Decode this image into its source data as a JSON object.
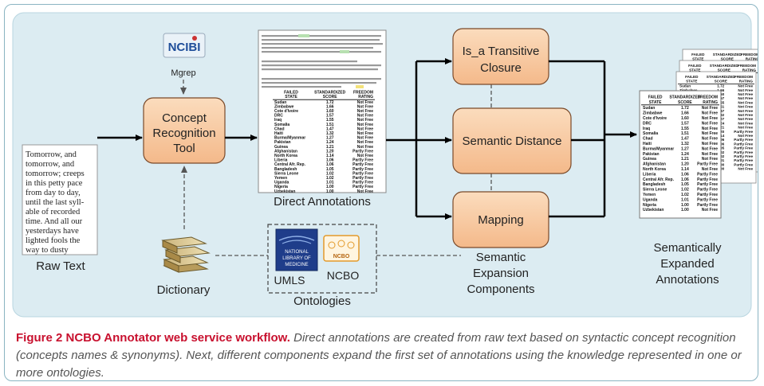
{
  "raw_text": {
    "lines": [
      "Tomorrow, and",
      "tomorrow, and",
      "tomorrow; creeps",
      "in this petty pace",
      "from day to day,",
      "until the last syll-",
      "able of recorded",
      "time. And all our",
      "yesterdays have",
      "lighted fools the",
      "way to dusty"
    ],
    "label": "Raw Text"
  },
  "ncibi": {
    "logo_text": "NCIBI",
    "tool_label": "Mgrep"
  },
  "concept_tool": {
    "line1": "Concept",
    "line2": "Recognition",
    "line3": "Tool"
  },
  "direct_annotations": {
    "label": "Direct Annotations"
  },
  "components": {
    "is_a_line1": "Is_a Transitive",
    "is_a_line2": "Closure",
    "semantic_distance": "Semantic Distance",
    "mapping": "Mapping",
    "group_line1": "Semantic",
    "group_line2": "Expansion",
    "group_line3": "Components"
  },
  "expanded": {
    "line1": "Semantically",
    "line2": "Expanded",
    "line3": "Annotations"
  },
  "dictionary": {
    "label": "Dictionary"
  },
  "ontologies": {
    "umls_label": "UMLS",
    "ncbo_label": "NCBO",
    "group_label": "Ontologies",
    "nlm_line1": "NATIONAL",
    "nlm_line2": "LIBRARY OF",
    "nlm_line3": "MEDICINE",
    "ncbo_logo_text": "NCBO"
  },
  "table": {
    "col1_header": "FAILED",
    "col2_header": "STANDARDIZED",
    "col3_header": "FREEDOM",
    "col1_sub": "STATE",
    "col2_sub": "SCORE",
    "col3_sub": "RATING",
    "rows": [
      [
        "Sudan",
        "1.72",
        "Not Free"
      ],
      [
        "Zimbabwe",
        "1.66",
        "Not Free"
      ],
      [
        "Cote d'Ivoire",
        "1.60",
        "Not Free"
      ],
      [
        "DRC",
        "1.57",
        "Not Free"
      ],
      [
        "Iraq",
        "1.55",
        "Not Free"
      ],
      [
        "Somalia",
        "1.51",
        "Not Free"
      ],
      [
        "Chad",
        "1.47",
        "Not Free"
      ],
      [
        "Haiti",
        "1.32",
        "Not Free"
      ],
      [
        "Burma/Myanmar",
        "1.27",
        "Not Free"
      ],
      [
        "Pakistan",
        "1.24",
        "Not Free"
      ],
      [
        "Guinea",
        "1.21",
        "Not Free"
      ],
      [
        "Afghanistan",
        "1.20",
        "Partly Free"
      ],
      [
        "North Korea",
        "1.14",
        "Not Free"
      ],
      [
        "Liberia",
        "1.06",
        "Partly Free"
      ],
      [
        "Central Afr. Rep.",
        "1.06",
        "Partly Free"
      ],
      [
        "Bangladesh",
        "1.05",
        "Partly Free"
      ],
      [
        "Sierra Leone",
        "1.02",
        "Partly Free"
      ],
      [
        "Yemen",
        "1.02",
        "Partly Free"
      ],
      [
        "Uganda",
        "1.01",
        "Partly Free"
      ],
      [
        "Nigeria",
        "1.00",
        "Partly Free"
      ],
      [
        "Uzbekistan",
        "1.00",
        "Not Free"
      ]
    ]
  },
  "caption": {
    "fig_label": "Figure 2 NCBO Annotator web service workflow.",
    "description": "Direct annotations are created from raw text based on syntactic concept recognition (concepts names & synonyms). Next, different components expand the first set of annotations using the knowledge represented in one or more ontologies."
  },
  "colors": {
    "panel": "#dcecf2",
    "box_fill": "#f8cba0",
    "box_stroke": "#7a4a2a",
    "caption_red": "#c8102e"
  }
}
